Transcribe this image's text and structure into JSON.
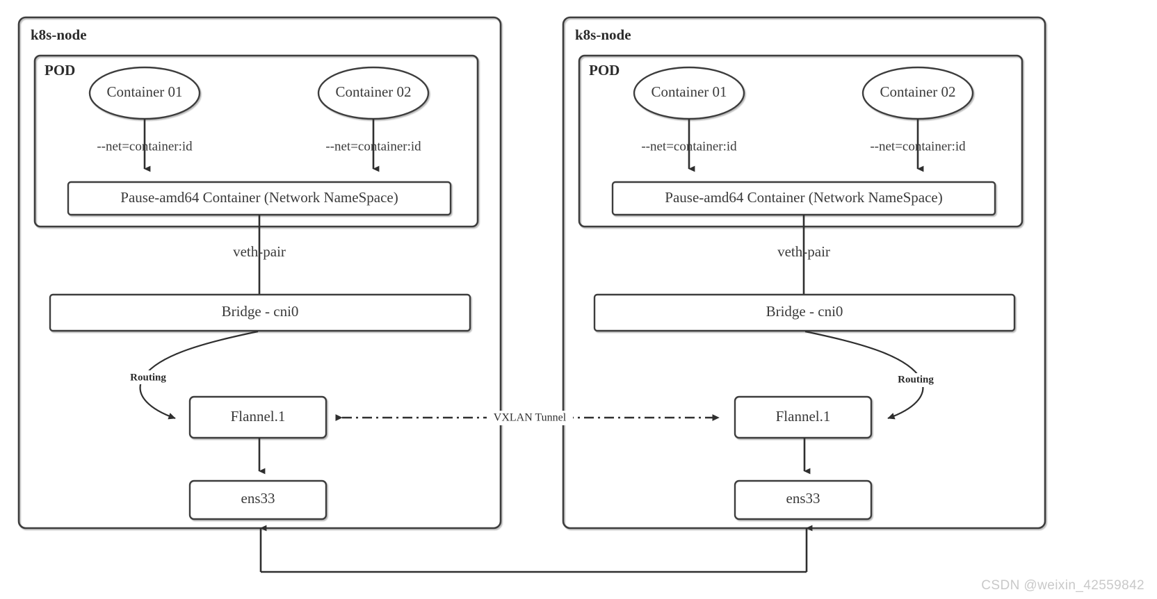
{
  "diagram": {
    "title": "Kubernetes Flannel VXLAN pod networking",
    "stroke_color": "#3d3d3d",
    "connector_color": "#2f2f2f",
    "text_color": "#3a3a3a",
    "background": "#ffffff"
  },
  "nodes": [
    {
      "id": "left",
      "node_label": "k8s-node",
      "pod_label": "POD",
      "containers": [
        {
          "label": "Container 01",
          "edge_label": "--net=container:id"
        },
        {
          "label": "Container 02",
          "edge_label": "--net=container:id"
        }
      ],
      "pause_label": "Pause-amd64 Container (Network NameSpace)",
      "veth_label": "veth-pair",
      "bridge_label": "Bridge - cni0",
      "routing_label": "Routing",
      "flannel_label": "Flannel.1",
      "nic_label": "ens33"
    },
    {
      "id": "right",
      "node_label": "k8s-node",
      "pod_label": "POD",
      "containers": [
        {
          "label": "Container 01",
          "edge_label": "--net=container:id"
        },
        {
          "label": "Container 02",
          "edge_label": "--net=container:id"
        }
      ],
      "pause_label": "Pause-amd64 Container (Network NameSpace)",
      "veth_label": "veth-pair",
      "bridge_label": "Bridge - cni0",
      "routing_label": "Routing",
      "flannel_label": "Flannel.1",
      "nic_label": "ens33"
    }
  ],
  "tunnel": {
    "label": "VXLAN Tunnel"
  },
  "watermark": {
    "text": "CSDN @weixin_42559842"
  }
}
